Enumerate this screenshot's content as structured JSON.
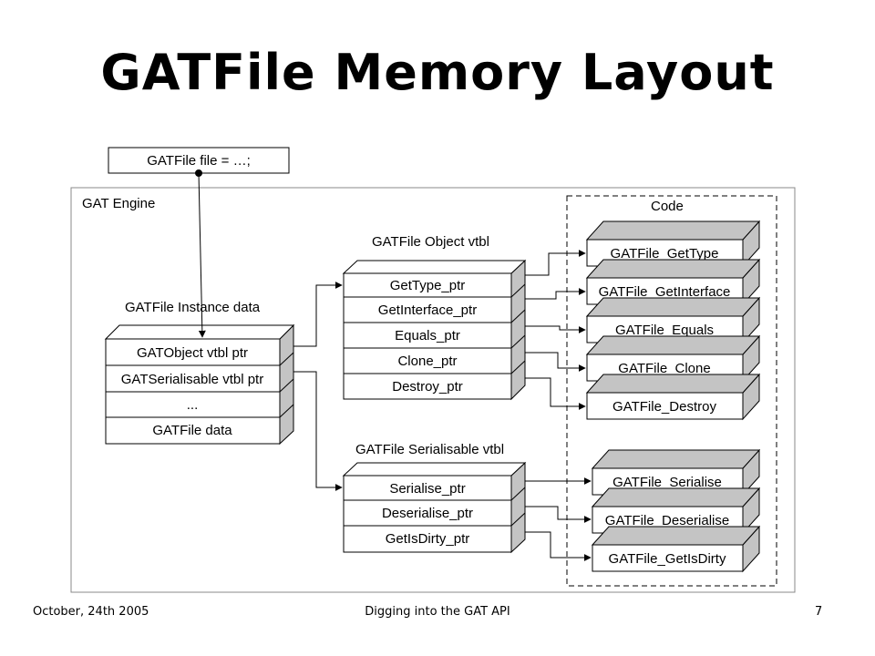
{
  "slide": {
    "title": "GATFile Memory Layout",
    "footer_date": "October, 24th 2005",
    "footer_center": "Digging into the GAT API",
    "page_number": "7"
  },
  "diagram": {
    "declaration": "GATFile file = …;",
    "engine_label": "GAT Engine",
    "code_label": "Code",
    "instance": {
      "label": "GATFile Instance data",
      "rows": [
        "GATObject vtbl ptr",
        "GATSerialisable vtbl ptr",
        "...",
        "GATFile data"
      ]
    },
    "object_vtbl": {
      "label": "GATFile Object vtbl",
      "rows": [
        "GetType_ptr",
        "GetInterface_ptr",
        "Equals_ptr",
        "Clone_ptr",
        "Destroy_ptr"
      ]
    },
    "serialisable_vtbl": {
      "label": "GATFile Serialisable vtbl",
      "rows": [
        "Serialise_ptr",
        "Deserialise_ptr",
        "GetIsDirty_ptr"
      ]
    },
    "code_functions": [
      "GATFile_GetType",
      "GATFile_GetInterface",
      "GATFile_Equals",
      "GATFile_Clone",
      "GATFile_Destroy",
      "GATFile_Serialise",
      "GATFile_Deserialise",
      "GATFile_GetIsDirty"
    ],
    "colors": {
      "box_side": "#c4c4c4",
      "line": "#000000",
      "engine_border": "#888888"
    }
  }
}
